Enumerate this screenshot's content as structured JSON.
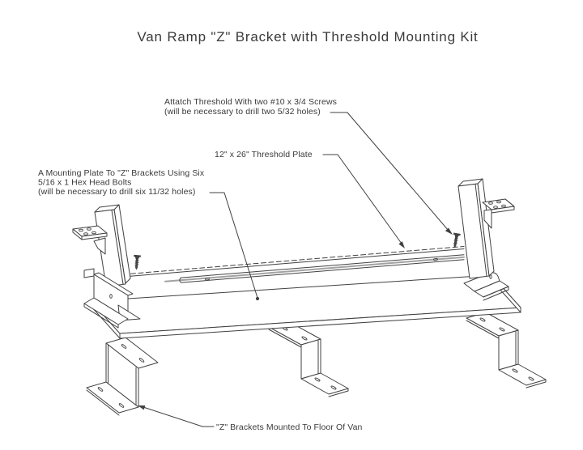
{
  "title": "Van Ramp \"Z\" Bracket with Threshold Mounting Kit",
  "annotations": {
    "attach_threshold": {
      "line1": "Attatch Threshold With two #10 x 3/4 Screws",
      "line2": "(will be necessary to drill two 5/32 holes)"
    },
    "threshold_plate": {
      "label": "12\" x 26\" Threshold Plate"
    },
    "mounting_plate": {
      "line1": "A Mounting Plate To \"Z\" Brackets Using Six",
      "line2": "5/16 x 1 Hex Head Bolts",
      "line3": "(will be necessary to drill six 11/32 holes)"
    },
    "z_brackets": {
      "label": "\"Z\" Brackets Mounted To Floor Of Van"
    }
  },
  "parts": {
    "mounting_plate": "mounting plate",
    "threshold_plate": "threshold plate",
    "upright_brackets": "Z brackets with flanges",
    "floor_brackets": "Z brackets mounted to floor of van",
    "screws": "#10 x 3/4 screws"
  },
  "colors": {
    "background": "#ffffff",
    "line": "#414141",
    "text": "#3a3a3a",
    "accent_gray": "#a2a2a2"
  }
}
